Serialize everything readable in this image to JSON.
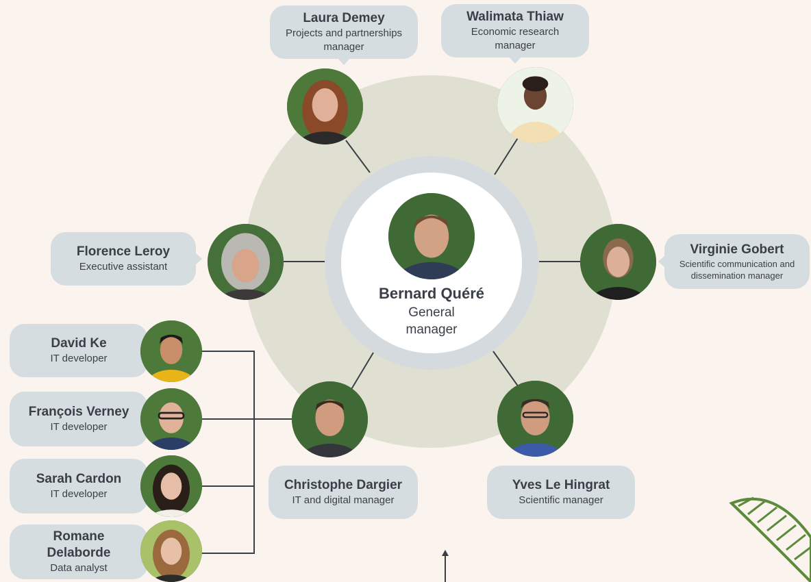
{
  "center": {
    "name": "Bernard Quéré",
    "role": "General manager"
  },
  "people": {
    "laura": {
      "name": "Laura Demey",
      "role": "Projects and partnerships manager"
    },
    "walimata": {
      "name": "Walimata Thiaw",
      "role": "Economic research manager"
    },
    "florence": {
      "name": "Florence Leroy",
      "role": "Executive assistant"
    },
    "virginie": {
      "name": "Virginie Gobert",
      "role": "Scientific communication and dissemination manager"
    },
    "christophe": {
      "name": "Christophe Dargier",
      "role": "IT and digital manager"
    },
    "yves": {
      "name": "Yves Le Hingrat",
      "role": "Scientific manager"
    },
    "david": {
      "name": "David Ke",
      "role": "IT developer"
    },
    "francois": {
      "name": "François Verney",
      "role": "IT developer"
    },
    "sarah": {
      "name": "Sarah Cardon",
      "role": "IT developer"
    },
    "romane": {
      "name": "Romane Delaborde",
      "role": "Data analyst"
    }
  },
  "colors": {
    "background": "#fbf3ee",
    "outer_ring": "#dfe0d1",
    "inner_ring": "#d4dadd",
    "bubble": "#d6dde1",
    "connector": "#3a3f47",
    "leaf": "#5b8a3a"
  }
}
